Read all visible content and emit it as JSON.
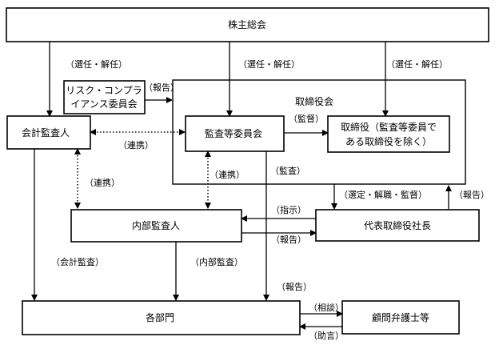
{
  "nodes": {
    "shareholders": "株主総会",
    "risk_committee_line1": "リスク・コンプラ",
    "risk_committee_line2": "イアンス委員会",
    "board": "取締役会",
    "accounting_auditor": "会計監査人",
    "audit_committee": "監査等委員会",
    "directors_line1": "取締役（監査等委員で",
    "directors_line2": "ある取締役を除く）",
    "internal_auditor": "内部監査人",
    "president": "代表取締役社長",
    "departments": "各部門",
    "lawyers": "顧問弁護士等"
  },
  "labels": {
    "elect_dismiss_1": "（選任・解任）",
    "elect_dismiss_2": "（選任・解任）",
    "elect_dismiss_3": "（選任・解任）",
    "report_risk": "（報告）",
    "supervise": "（監督）",
    "cooperate_1": "（連携）",
    "cooperate_2": "（連携）",
    "cooperate_3": "（連携）",
    "audit": "（監査）",
    "appoint_dismiss_supervise": "（選定・解職・監督）",
    "report_president": "（報告）",
    "instruct": "（指示）",
    "report_internal": "（報告）",
    "accounting_audit": "（会計監査）",
    "internal_audit": "（内部監査）",
    "report_departments": "（報告）",
    "consult": "（相談）",
    "advice": "（助言）"
  }
}
